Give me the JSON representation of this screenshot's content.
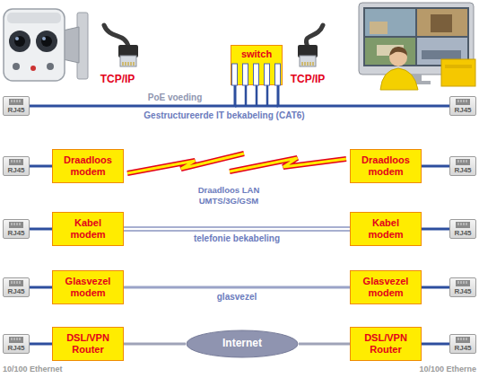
{
  "diagram": {
    "nodes": [
      {
        "text": [
          "switch"
        ]
      },
      {
        "text": [
          "RJ45"
        ]
      },
      {
        "text": [
          "RJ45"
        ]
      },
      {
        "text": [
          "RJ45"
        ]
      },
      {
        "text": [
          "Draadloos modem"
        ]
      },
      {
        "text": [
          "Draadloos modem"
        ]
      },
      {
        "text": [
          "RJ45"
        ]
      },
      {
        "text": [
          "RJ45"
        ]
      },
      {
        "text": [
          "Kabel modem"
        ]
      },
      {
        "text": [
          "Kabel modem"
        ]
      },
      {
        "text": [
          "RJ45"
        ]
      },
      {
        "text": [
          "RJ45"
        ]
      },
      {
        "text": [
          "Glasvezel modem"
        ]
      },
      {
        "text": [
          "Glasvezel modem"
        ]
      },
      {
        "text": [
          "RJ45"
        ]
      },
      {
        "text": [
          "RJ45"
        ]
      },
      {
        "text": [
          "DSL/VPN Router"
        ]
      },
      {
        "text": [
          "Internet"
        ]
      },
      {
        "text": [
          "DSL/VPN Router"
        ]
      },
      {
        "text": [
          "RJ45"
        ]
      }
    ],
    "edges": [
      {
        "from": 1,
        "to": 0,
        "arrow": "none",
        "label": "PoE voeding"
      },
      {
        "from": 0,
        "to": 2,
        "arrow": "none"
      },
      {
        "from": 3,
        "to": 4,
        "arrow": "none"
      },
      {
        "from": 4,
        "to": 5,
        "arrow": "none"
      },
      {
        "from": 5,
        "to": 6,
        "arrow": "none"
      },
      {
        "from": 7,
        "to": 8,
        "arrow": "none"
      },
      {
        "from": 8,
        "to": 9,
        "arrow": "none",
        "label": "telefonie bekabeling"
      },
      {
        "from": 9,
        "to": 10,
        "arrow": "none"
      },
      {
        "from": 11,
        "to": 12,
        "arrow": "none"
      },
      {
        "from": 12,
        "to": 13,
        "arrow": "none",
        "label": "glasvezel"
      },
      {
        "from": 13,
        "to": 14,
        "arrow": "none"
      },
      {
        "from": 15,
        "to": 16,
        "arrow": "none"
      },
      {
        "from": 16,
        "to": 17,
        "arrow": "none"
      },
      {
        "from": 17,
        "to": 18,
        "arrow": "none"
      },
      {
        "from": 18,
        "to": 19,
        "arrow": "none"
      }
    ],
    "labels": [
      "TCP/IP",
      "TCP/IP",
      "Gestructureerde IT bekabeling (CAT6)",
      "Draadloos LAN",
      "UMTS/3G/GSM",
      "10/100 Ethernet",
      "10/100 Etherne"
    ]
  }
}
